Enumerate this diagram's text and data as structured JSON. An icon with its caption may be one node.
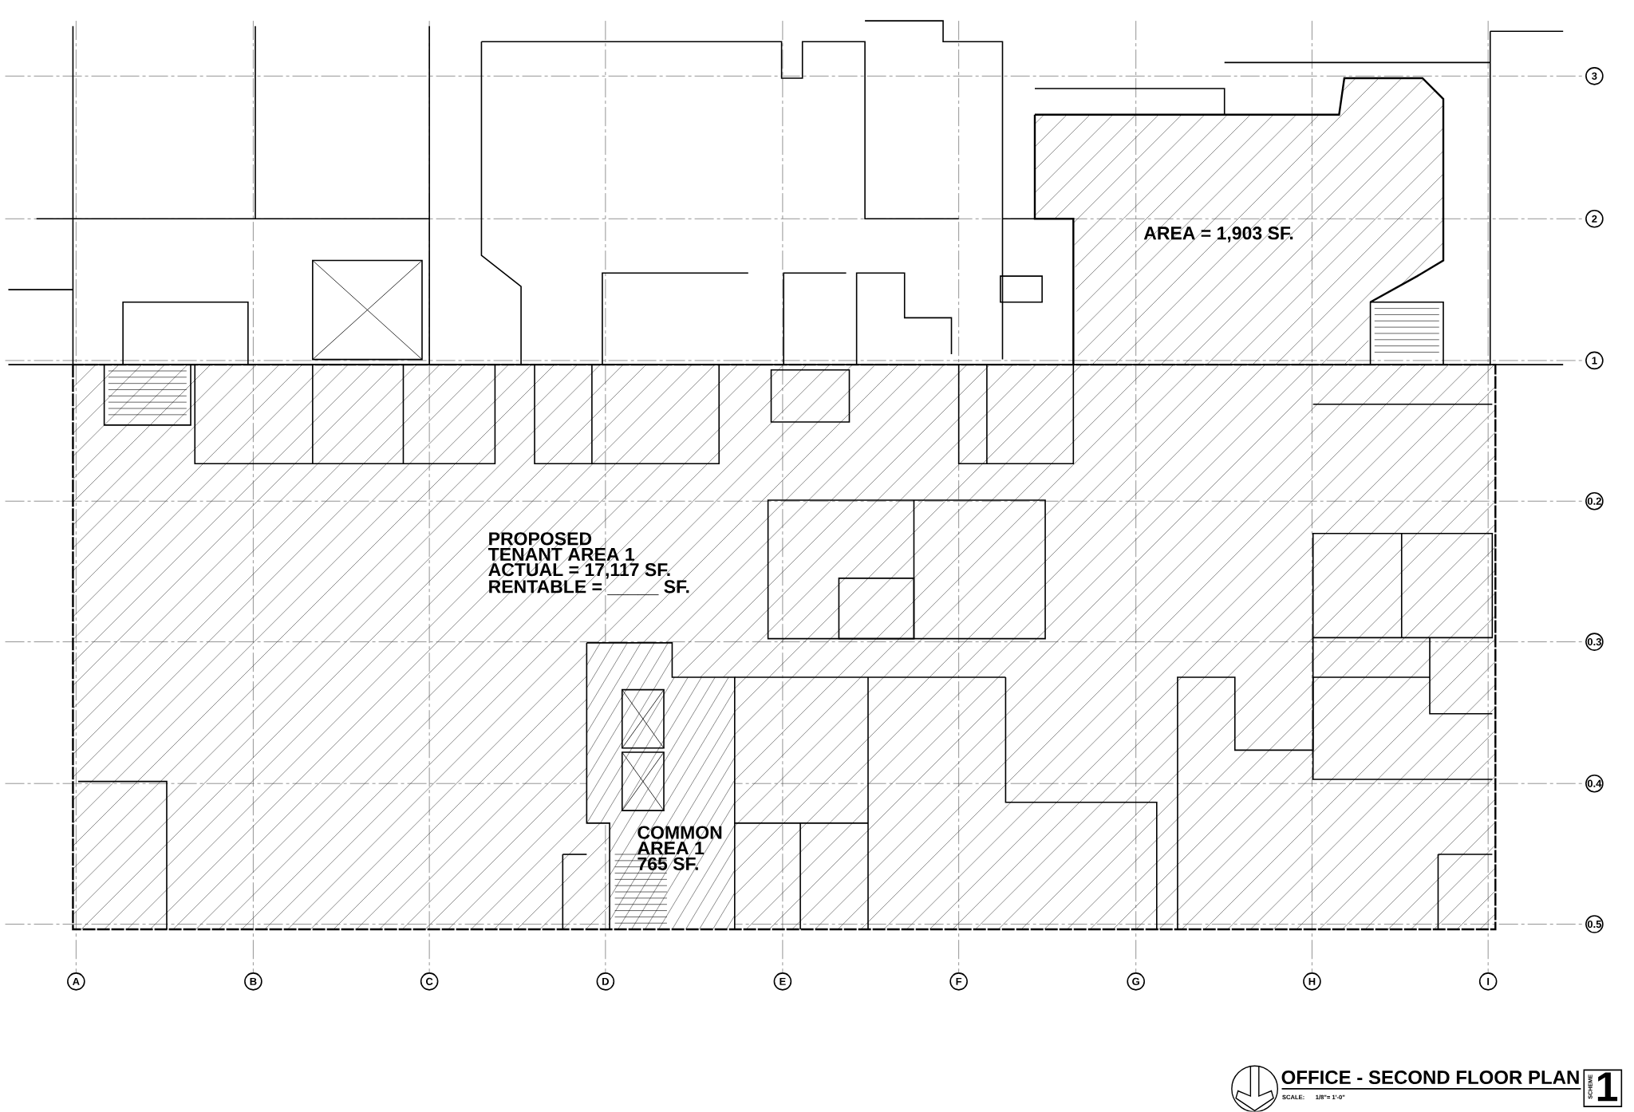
{
  "diagram": {
    "title": "OFFICE - SECOND FLOOR PLAN",
    "labels": [
      "3",
      "2",
      "AREA = 1,903 SF.",
      "1",
      "0.2",
      "PROPOSED",
      "TENANT AREA 1",
      "ACTUAL = 17,117 SF.",
      "RENTABLE = _____ SF.",
      "0.3",
      "0.4",
      "COMMON",
      "AREA 1",
      "765 SF.",
      "0.5",
      "A",
      "B",
      "C",
      "D",
      "E",
      "F",
      "G",
      "H",
      "I",
      "SCALE:",
      "1/8\"= 1'-0\"",
      "SCHEME",
      "1"
    ]
  }
}
